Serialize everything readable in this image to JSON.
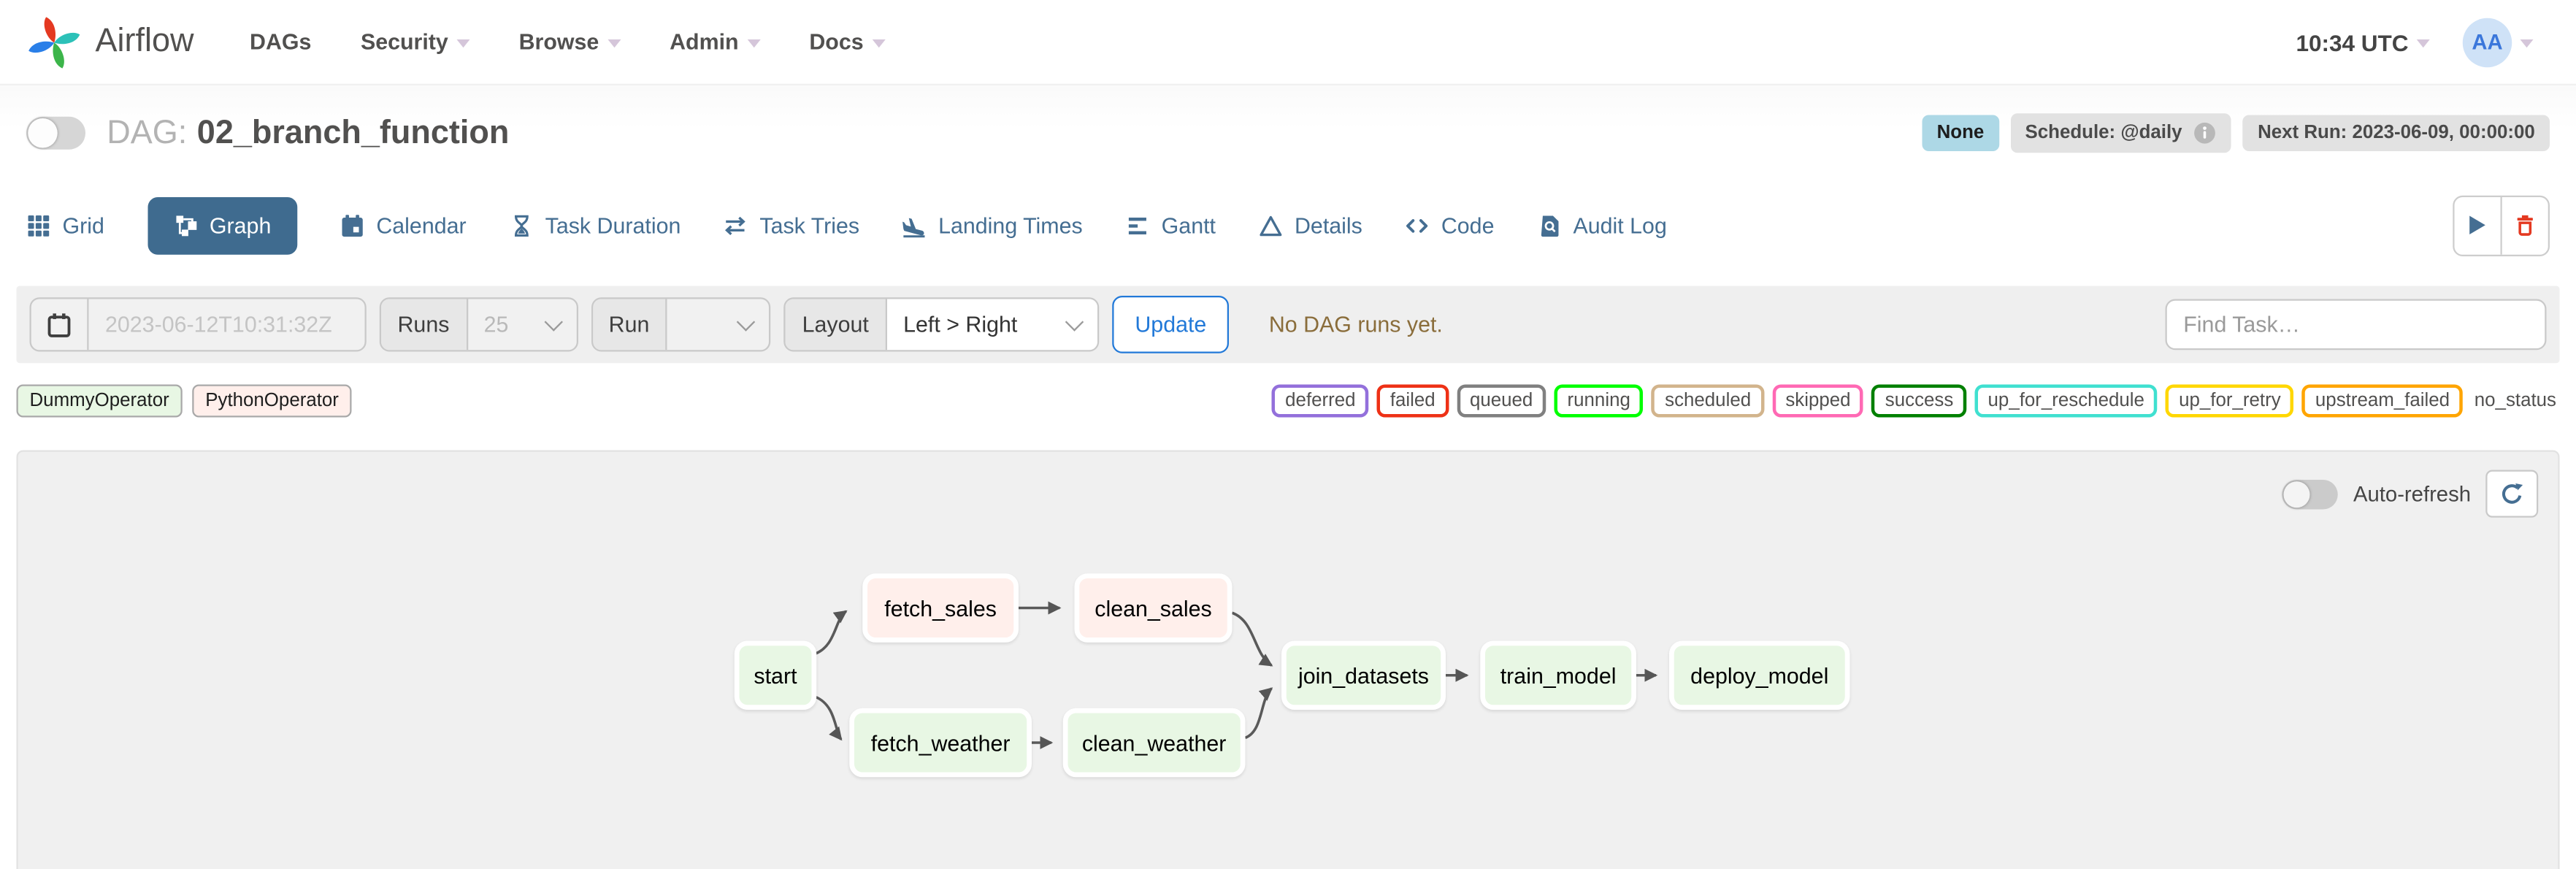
{
  "nav": {
    "brand": "Airflow",
    "items": [
      {
        "label": "DAGs",
        "caret": false
      },
      {
        "label": "Security",
        "caret": true
      },
      {
        "label": "Browse",
        "caret": true
      },
      {
        "label": "Admin",
        "caret": true
      },
      {
        "label": "Docs",
        "caret": true
      }
    ],
    "clock": "10:34 UTC",
    "avatar_initials": "AA"
  },
  "header": {
    "dag_label": "DAG:",
    "dag_id": "02_branch_function",
    "state_badge": "None",
    "schedule_badge": "Schedule: @daily",
    "next_run_badge": "Next Run: 2023-06-09, 00:00:00"
  },
  "tabs": [
    {
      "label": "Grid",
      "icon": "grid-icon",
      "active": false
    },
    {
      "label": "Graph",
      "icon": "graph-icon",
      "active": true
    },
    {
      "label": "Calendar",
      "icon": "calendar-icon",
      "active": false
    },
    {
      "label": "Task Duration",
      "icon": "hourglass-icon",
      "active": false
    },
    {
      "label": "Task Tries",
      "icon": "repeat-icon",
      "active": false
    },
    {
      "label": "Landing Times",
      "icon": "plane-landing-icon",
      "active": false
    },
    {
      "label": "Gantt",
      "icon": "gantt-icon",
      "active": false
    },
    {
      "label": "Details",
      "icon": "details-icon",
      "active": false
    },
    {
      "label": "Code",
      "icon": "code-icon",
      "active": false
    },
    {
      "label": "Audit Log",
      "icon": "audit-log-icon",
      "active": false
    }
  ],
  "filter_bar": {
    "date_placeholder": "2023-06-12T10:31:32Z",
    "runs_label": "Runs",
    "runs_value": "25",
    "run_label": "Run",
    "run_value": "",
    "layout_label": "Layout",
    "layout_value": "Left > Right",
    "update_label": "Update",
    "status_message": "No DAG runs yet.",
    "find_task_placeholder": "Find Task…"
  },
  "legend": {
    "operators": [
      {
        "label": "DummyOperator",
        "color": "#e8f7e4"
      },
      {
        "label": "PythonOperator",
        "color": "#ffefeb"
      }
    ],
    "statuses": [
      {
        "label": "deferred",
        "color": "#9370db"
      },
      {
        "label": "failed",
        "color": "#ee3116"
      },
      {
        "label": "queued",
        "color": "#808080"
      },
      {
        "label": "running",
        "color": "#00ff00"
      },
      {
        "label": "scheduled",
        "color": "#d2b48c"
      },
      {
        "label": "skipped",
        "color": "#ff69b4"
      },
      {
        "label": "success",
        "color": "#008000"
      },
      {
        "label": "up_for_reschedule",
        "color": "#40e0d0"
      },
      {
        "label": "up_for_retry",
        "color": "#ffd700"
      },
      {
        "label": "upstream_failed",
        "color": "#ffa500"
      },
      {
        "label": "no_status",
        "color": "none"
      }
    ]
  },
  "graph": {
    "auto_refresh_label": "Auto-refresh",
    "nodes": [
      {
        "id": "start",
        "label": "start",
        "color": "#e8f7e4"
      },
      {
        "id": "fetch_sales",
        "label": "fetch_sales",
        "color": "#ffefeb"
      },
      {
        "id": "clean_sales",
        "label": "clean_sales",
        "color": "#ffefeb"
      },
      {
        "id": "fetch_weather",
        "label": "fetch_weather",
        "color": "#e8f7e4"
      },
      {
        "id": "clean_weather",
        "label": "clean_weather",
        "color": "#e8f7e4"
      },
      {
        "id": "join_datasets",
        "label": "join_datasets",
        "color": "#e8f7e4"
      },
      {
        "id": "train_model",
        "label": "train_model",
        "color": "#e8f7e4"
      },
      {
        "id": "deploy_model",
        "label": "deploy_model",
        "color": "#e8f7e4"
      }
    ],
    "edges": [
      [
        "start",
        "fetch_sales"
      ],
      [
        "start",
        "fetch_weather"
      ],
      [
        "fetch_sales",
        "clean_sales"
      ],
      [
        "fetch_weather",
        "clean_weather"
      ],
      [
        "clean_sales",
        "join_datasets"
      ],
      [
        "clean_weather",
        "join_datasets"
      ],
      [
        "join_datasets",
        "train_model"
      ],
      [
        "train_model",
        "deploy_model"
      ]
    ]
  },
  "colors": {
    "accent_blue": "#2279d8",
    "tab_slate": "#456e92",
    "active_tab_bg": "#3f6b8f",
    "warning_text": "#8a6d3b",
    "state_none_badge": "#add8e6",
    "canvas_bg": "#f0f0f0",
    "danger_red": "#e43921"
  }
}
